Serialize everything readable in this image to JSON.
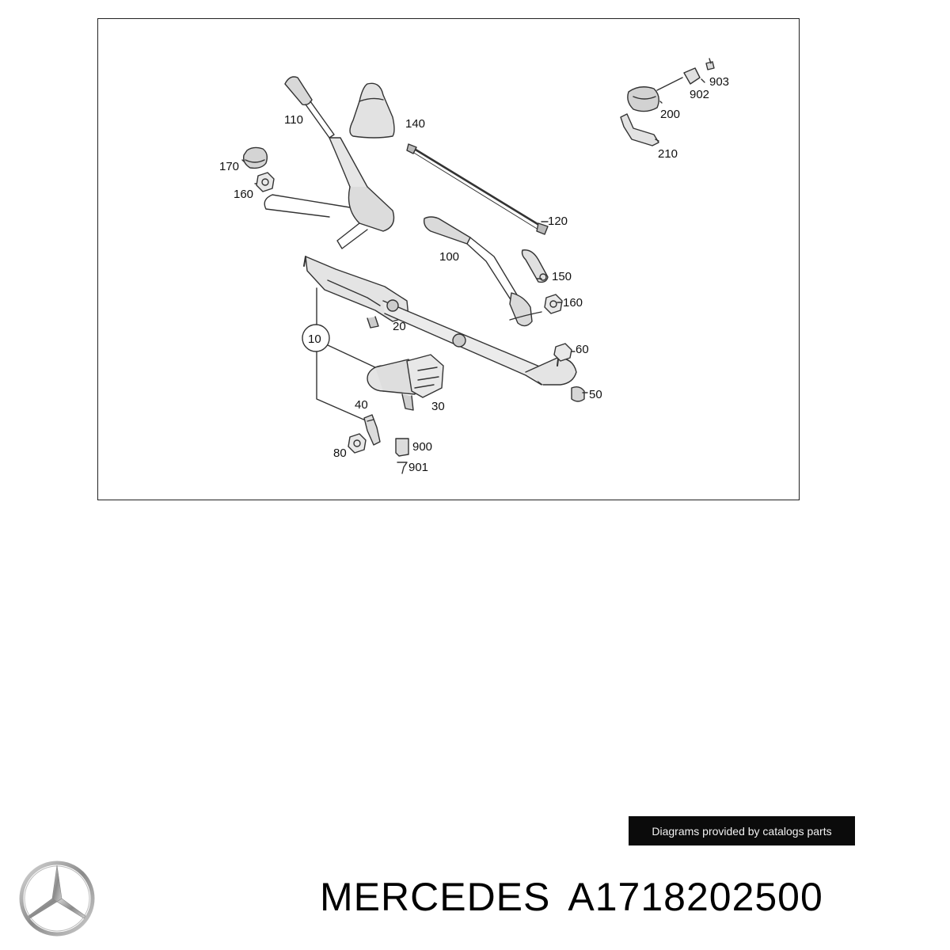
{
  "diagram": {
    "callouts": {
      "c110": "110",
      "c140": "140",
      "c170": "170",
      "c160a": "160",
      "c120": "120",
      "c100": "100",
      "c150": "150",
      "c160b": "160",
      "c10": "10",
      "c20": "20",
      "c60": "60",
      "c50": "50",
      "c30": "30",
      "c40": "40",
      "c80": "80",
      "c900": "900",
      "c901": "901",
      "c903": "903",
      "c902": "902",
      "c200": "200",
      "c210": "210"
    }
  },
  "credit": {
    "text": "Diagrams provided by catalogs parts"
  },
  "title": {
    "brand": "MERCEDES",
    "part_number": "A1718202500"
  }
}
